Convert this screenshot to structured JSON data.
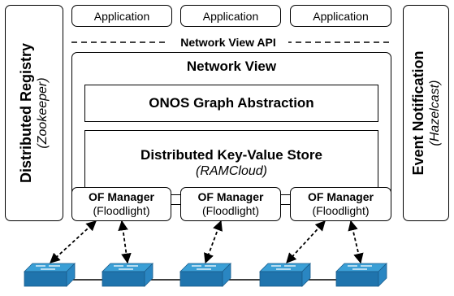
{
  "applications": [
    {
      "label": "Application"
    },
    {
      "label": "Application"
    },
    {
      "label": "Application"
    }
  ],
  "api_label": "Network View API",
  "network_view": {
    "title": "Network View",
    "graph_label": "ONOS Graph Abstraction",
    "store_label": "Distributed Key-Value Store",
    "store_sub": "(RAMCloud)"
  },
  "registry": {
    "title": "Distributed Registry",
    "sub": "(Zookeeper)"
  },
  "notification": {
    "title": "Event Notification",
    "sub": "(Hazelcast)"
  },
  "of_managers": [
    {
      "title": "OF Manager",
      "sub": "(Floodlight)"
    },
    {
      "title": "OF Manager",
      "sub": "(Floodlight)"
    },
    {
      "title": "OF Manager",
      "sub": "(Floodlight)"
    }
  ],
  "switch_icon_name": "network-switch-icon",
  "colors": {
    "switch_top": "#3a9fd6",
    "switch_side": "#1f74ad",
    "arrows": "#000000"
  }
}
